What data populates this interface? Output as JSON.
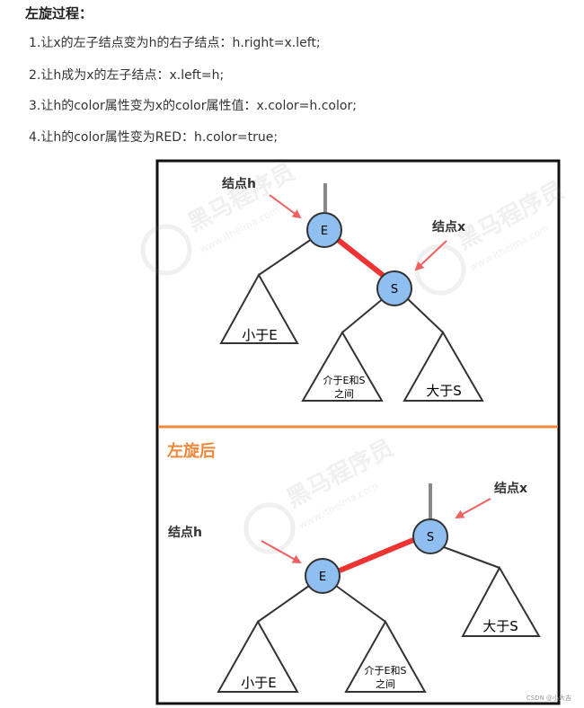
{
  "heading": "左旋过程：",
  "steps": [
    "1.让x的左子结点变为h的右子结点：h.right=x.left;",
    "2.让h成为x的左子结点：x.left=h;",
    "3.让h的color属性变为x的color属性值：x.color=h.color;",
    "4.让h的color属性变为RED：h.color=true;"
  ],
  "diagram": {
    "before": {
      "label_h": "结点h",
      "label_x": "结点x",
      "node_e": "E",
      "node_s": "S",
      "subtree_left": "小于E",
      "subtree_mid_1": "介于E和S",
      "subtree_mid_2": "之间",
      "subtree_right": "大于S"
    },
    "after_title": "左旋后",
    "after": {
      "label_h": "结点h",
      "label_x": "结点x",
      "node_e": "E",
      "node_s": "S",
      "subtree_left": "小于E",
      "subtree_mid_1": "介于E和S",
      "subtree_mid_2": "之间",
      "subtree_right": "大于S"
    },
    "watermark_brand": "黑马程序员",
    "watermark_url": "www.itheima.com"
  },
  "colors": {
    "node_fill": "#8fbef0",
    "node_stroke": "#333333",
    "red_link": "#ee3333",
    "arrow": "#f06060",
    "divider": "#f0883a",
    "after_title": "#f0883a"
  },
  "credit": "CSDN @小大吉"
}
